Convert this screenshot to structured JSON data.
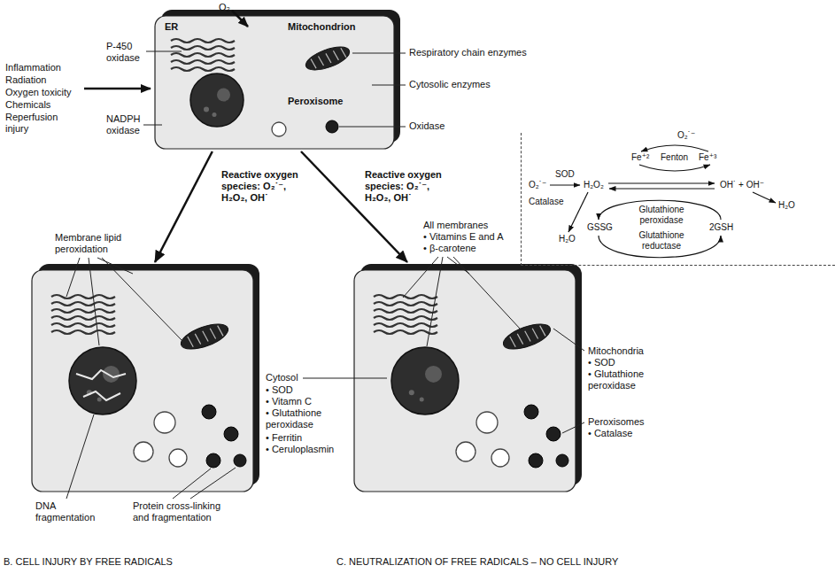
{
  "diagram": {
    "nodes": [
      {
        "text": [
          "ER",
          "Mitochondrion",
          "Peroxisome"
        ]
      },
      {
        "text": [
          "B. CELL INJURY BY FREE RADICALS"
        ]
      },
      {
        "text": [
          "C. NEUTRALIZATION OF FREE RADICALS – NO CELL INJURY"
        ]
      },
      {
        "text": [
          "O₂˙⁻",
          "Fe⁺²",
          "Fenton",
          "Fe⁺³",
          "O₂˙⁻",
          "SOD",
          "H₂O₂",
          "OH˙ + OH⁻",
          "H₂O",
          "Catalase",
          "H₂O",
          "Glutathione peroxidase",
          "GSSG",
          "2GSH",
          "Glutathione reductase"
        ]
      }
    ],
    "edges": [
      {
        "from": 0,
        "to": 1,
        "arrow": "to",
        "label": "Reactive oxygen species: O₂˙⁻, H₂O₂, OH˙"
      },
      {
        "from": 0,
        "to": 2,
        "arrow": "to",
        "label": "Reactive oxygen species: O₂˙⁻, H₂O₂, OH˙"
      }
    ],
    "labels": [
      "O₂",
      "Inflammation",
      "Radiation",
      "Oxygen toxicity",
      "Chemicals",
      "Reperfusion injury",
      "P-450 oxidase",
      "NADPH oxidase",
      "Respiratory chain enzymes",
      "Cytosolic enzymes",
      "Oxidase",
      "Membrane lipid peroxidation",
      "DNA fragmentation",
      "Protein cross-linking and fragmentation",
      "All membranes",
      "• Vitamins E and A",
      "• β-carotene",
      "Cytosol",
      "• SOD",
      "• Vitamn C",
      "• Glutathione peroxidase",
      "• Ferritin",
      "• Ceruloplasmin",
      "Mitochondria",
      "• SOD",
      "• Glutathione peroxidase",
      "Peroxisomes",
      "• Catalase"
    ]
  }
}
